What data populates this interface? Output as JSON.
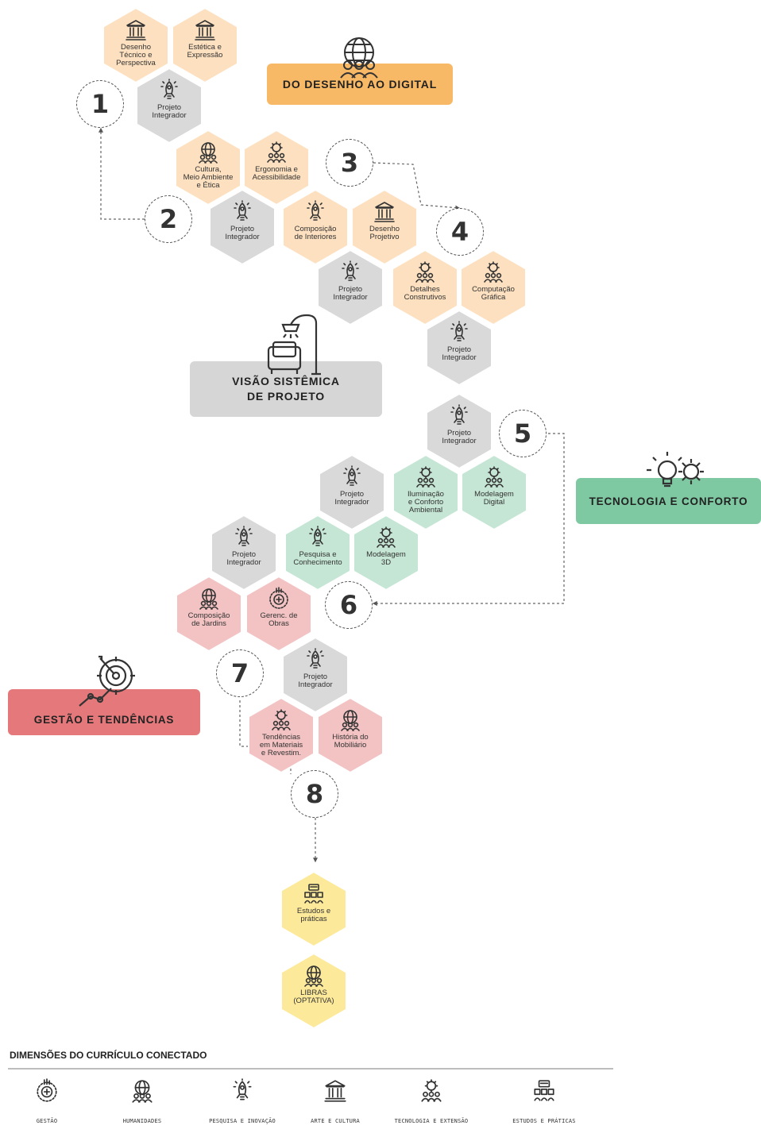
{
  "colors": {
    "orange": "#fde0bf",
    "gray": "#d9d9d9",
    "green": "#c5e6d5",
    "pink": "#f3c3c3",
    "yellow": "#fde99a",
    "banner_orange": "#f8b967",
    "banner_gray": "#d6d6d6",
    "banner_green": "#7ec9a2",
    "banner_red": "#e4787a",
    "icon_stroke": "#333333"
  },
  "banners": {
    "digital": "DO DESENHO AO DIGITAL",
    "sistemica": "VISÃO SISTÊMICA\nDE PROJETO",
    "tecnologia": "TECNOLOGIA E CONFORTO",
    "gestao": "GESTÃO E TENDÊNCIAS"
  },
  "banner_icons": {
    "digital": "globe-people-icon",
    "sistemica": "armchair-lamp-icon",
    "tecnologia": "bulb-gear-icon",
    "gestao": "target-chart-icon"
  },
  "steps": [
    "1",
    "2",
    "3",
    "4",
    "5",
    "6",
    "7",
    "8"
  ],
  "courses": {
    "c1": {
      "label": "Desenho\nTécnico e\nPerspectiva",
      "icon": "temple-icon"
    },
    "c2": {
      "label": "Estética e\nExpressão",
      "icon": "temple-icon"
    },
    "c3": {
      "label": "Projeto\nIntegrador",
      "icon": "rocket-bulb-icon"
    },
    "c4": {
      "label": "Cultura,\nMeio Ambiente\ne Ética",
      "icon": "globe-people-icon"
    },
    "c5": {
      "label": "Ergonomia e\nAcessibilidade",
      "icon": "gear-people-icon"
    },
    "c6": {
      "label": "Projeto\nIntegrador",
      "icon": "rocket-bulb-icon"
    },
    "c7": {
      "label": "Composição\nde Interiores",
      "icon": "rocket-bulb-icon"
    },
    "c8": {
      "label": "Desenho\nProjetivo",
      "icon": "temple-icon"
    },
    "c9": {
      "label": "Projeto\nIntegrador",
      "icon": "rocket-bulb-icon"
    },
    "c10": {
      "label": "Detalhes\nConstrutivos",
      "icon": "gear-people-icon"
    },
    "c11": {
      "label": "Computação\nGráfica",
      "icon": "gear-people-icon"
    },
    "c12": {
      "label": "Projeto\nIntegrador",
      "icon": "rocket-bulb-icon"
    },
    "c13": {
      "label": "Projeto\nIntegrador",
      "icon": "rocket-bulb-icon"
    },
    "c14": {
      "label": "Projeto\nIntegrador",
      "icon": "rocket-bulb-icon"
    },
    "c15": {
      "label": "Iluminação\ne Conforto\nAmbiental",
      "icon": "gear-people-icon"
    },
    "c16": {
      "label": "Modelagem\nDigital",
      "icon": "gear-people-icon"
    },
    "c17": {
      "label": "Projeto\nIntegrador",
      "icon": "rocket-bulb-icon"
    },
    "c18": {
      "label": "Pesquisa e\nConhecimento",
      "icon": "rocket-bulb-icon"
    },
    "c19": {
      "label": "Modelagem\n3D",
      "icon": "gear-people-icon"
    },
    "c20": {
      "label": "Composição\nde Jardins",
      "icon": "globe-people-icon"
    },
    "c21": {
      "label": "Gerenc. de\nObras",
      "icon": "management-icon"
    },
    "c22": {
      "label": "Projeto\nIntegrador",
      "icon": "rocket-bulb-icon"
    },
    "c23": {
      "label": "Tendências\nem Materiais\ne Revestim.",
      "icon": "gear-people-icon"
    },
    "c24": {
      "label": "História do\nMobiliário",
      "icon": "globe-people-icon"
    },
    "c25": {
      "label": "Estudos e\npráticas",
      "icon": "studies-icon"
    },
    "c26": {
      "label": "LIBRAS\n(OPTATIVA)",
      "icon": "globe-people-icon"
    }
  },
  "legend": {
    "title": "DIMENSÕES DO CURRÍCULO CONECTADO",
    "items": [
      {
        "label": "GESTÃO",
        "icon": "management-icon"
      },
      {
        "label": "HUMANIDADES",
        "icon": "globe-people-icon"
      },
      {
        "label": "PESQUISA E INOVAÇÃO",
        "icon": "rocket-bulb-icon"
      },
      {
        "label": "ARTE E CULTURA",
        "icon": "temple-icon"
      },
      {
        "label": "TECNOLOGIA E EXTENSÃO",
        "icon": "gear-people-icon"
      },
      {
        "label": "ESTUDOS E PRÁTICAS",
        "icon": "studies-icon"
      }
    ]
  }
}
